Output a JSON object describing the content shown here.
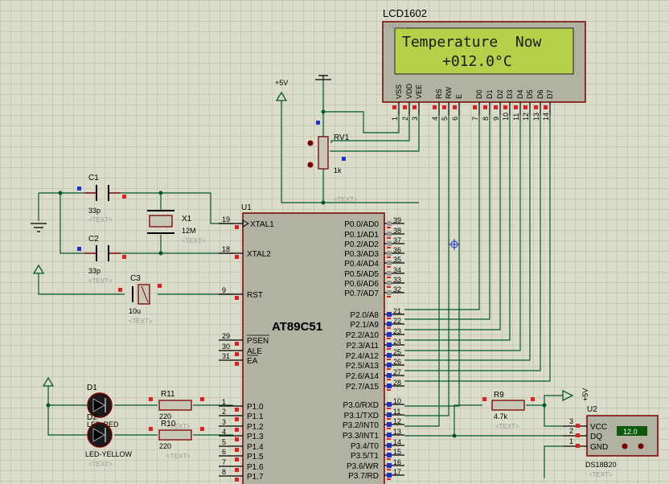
{
  "lcd": {
    "title": "LCD1602",
    "line1": "Temperature  Now",
    "line2": "+012.0°C",
    "pins": [
      "VSS",
      "VDD",
      "VEE",
      "RS",
      "RW",
      "E",
      "D0",
      "D1",
      "D2",
      "D3",
      "D4",
      "D5",
      "D6",
      "D7"
    ],
    "pin_numbers": [
      "1",
      "2",
      "3",
      "4",
      "5",
      "6",
      "7",
      "8",
      "9",
      "10",
      "11",
      "12",
      "13",
      "14"
    ],
    "bg": "#b7d04a"
  },
  "text_tag": "<TEXT>",
  "supply": {
    "vcc": "+5V"
  },
  "rv1": {
    "ref": "RV1",
    "value": "1k"
  },
  "c1": {
    "ref": "C1",
    "value": "33p"
  },
  "c2": {
    "ref": "C2",
    "value": "33p"
  },
  "c3": {
    "ref": "C3",
    "value": "10u"
  },
  "x1": {
    "ref": "X1",
    "value": "12M"
  },
  "u1": {
    "ref": "U1",
    "part": "AT89C51",
    "left_pins": [
      {
        "num": "19",
        "name": "XTAL1"
      },
      {
        "num": "18",
        "name": "XTAL2"
      },
      {
        "num": "9",
        "name": "RST"
      },
      {
        "num": "29",
        "name": "PSEN"
      },
      {
        "num": "30",
        "name": "ALE"
      },
      {
        "num": "31",
        "name": "EA"
      },
      {
        "num": "1",
        "name": "P1.0"
      },
      {
        "num": "2",
        "name": "P1.1"
      },
      {
        "num": "3",
        "name": "P1.2"
      },
      {
        "num": "4",
        "name": "P1.3"
      },
      {
        "num": "5",
        "name": "P1.4"
      },
      {
        "num": "6",
        "name": "P1.5"
      },
      {
        "num": "7",
        "name": "P1.6"
      },
      {
        "num": "8",
        "name": "P1.7"
      }
    ],
    "right_pins": [
      {
        "num": "39",
        "name": "P0.0/AD0"
      },
      {
        "num": "38",
        "name": "P0.1/AD1"
      },
      {
        "num": "37",
        "name": "P0.2/AD2"
      },
      {
        "num": "36",
        "name": "P0.3/AD3"
      },
      {
        "num": "35",
        "name": "P0.4/AD4"
      },
      {
        "num": "34",
        "name": "P0.5/AD5"
      },
      {
        "num": "33",
        "name": "P0.6/AD6"
      },
      {
        "num": "32",
        "name": "P0.7/AD7"
      },
      {
        "num": "21",
        "name": "P2.0/A8"
      },
      {
        "num": "22",
        "name": "P2.1/A9"
      },
      {
        "num": "23",
        "name": "P2.2/A10"
      },
      {
        "num": "24",
        "name": "P2.3/A11"
      },
      {
        "num": "25",
        "name": "P2.4/A12"
      },
      {
        "num": "26",
        "name": "P2.5/A13"
      },
      {
        "num": "27",
        "name": "P2.6/A14"
      },
      {
        "num": "28",
        "name": "P2.7/A15"
      },
      {
        "num": "10",
        "name": "P3.0/RXD"
      },
      {
        "num": "11",
        "name": "P3.1/TXD"
      },
      {
        "num": "12",
        "name": "P3.2/INT0"
      },
      {
        "num": "13",
        "name": "P3.3/INT1"
      },
      {
        "num": "14",
        "name": "P3.4/T0"
      },
      {
        "num": "15",
        "name": "P3.5/T1"
      },
      {
        "num": "16",
        "name": "P3.6/WR"
      },
      {
        "num": "17",
        "name": "P3.7/RD"
      }
    ]
  },
  "d1": {
    "ref": "D1",
    "type": "LED-RED"
  },
  "d2": {
    "ref": "D2",
    "type": "LED-YELLOW"
  },
  "r11": {
    "ref": "R11",
    "value": "220"
  },
  "r10": {
    "ref": "R10",
    "value": "220"
  },
  "r9": {
    "ref": "R9",
    "value": "4.7k"
  },
  "u2": {
    "ref": "U2",
    "part": "DS18B20",
    "display": "12.0",
    "pins": [
      {
        "num": "3",
        "name": "VCC"
      },
      {
        "num": "2",
        "name": "DQ"
      },
      {
        "num": "1",
        "name": "GND"
      }
    ]
  },
  "colors": {
    "wire": "#005a28",
    "body": "#b2b2a2",
    "outline": "#7a0000",
    "pin_red": "#e02020",
    "pin_blue": "#2030d0",
    "chip_fill": "#c8c8b8"
  }
}
